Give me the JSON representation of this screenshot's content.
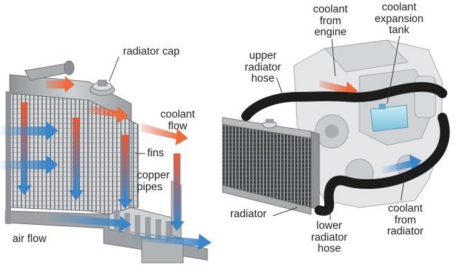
{
  "labels": {
    "radiator_cap": "radiator cap",
    "coolant_flow": [
      "coolant",
      "flow"
    ],
    "fins": "fins",
    "copper_pipes": [
      "copper",
      "pipes"
    ],
    "air_flow": "air flow",
    "coolant_from_engine": [
      "coolant",
      "from",
      "engine"
    ],
    "coolant_expansion_tank": [
      "coolant",
      "expansion",
      "tank"
    ],
    "upper_radiator_hose": [
      "upper",
      "radiator",
      "hose"
    ],
    "radiator": "radiator",
    "lower_radiator_hose": [
      "lower",
      "radiator",
      "hose"
    ],
    "coolant_from_radiator": [
      "coolant",
      "from",
      "radiator"
    ]
  },
  "colors": {
    "hot_coolant": "#e8542c",
    "cold_coolant": "#2f7fc8",
    "air_flow": "#3a86c8",
    "hose": "#1c1c1c",
    "radiator_metal": "#b9bcbf",
    "expansion_tank": "#9fd3e6",
    "engine": "#e4e6e8"
  }
}
